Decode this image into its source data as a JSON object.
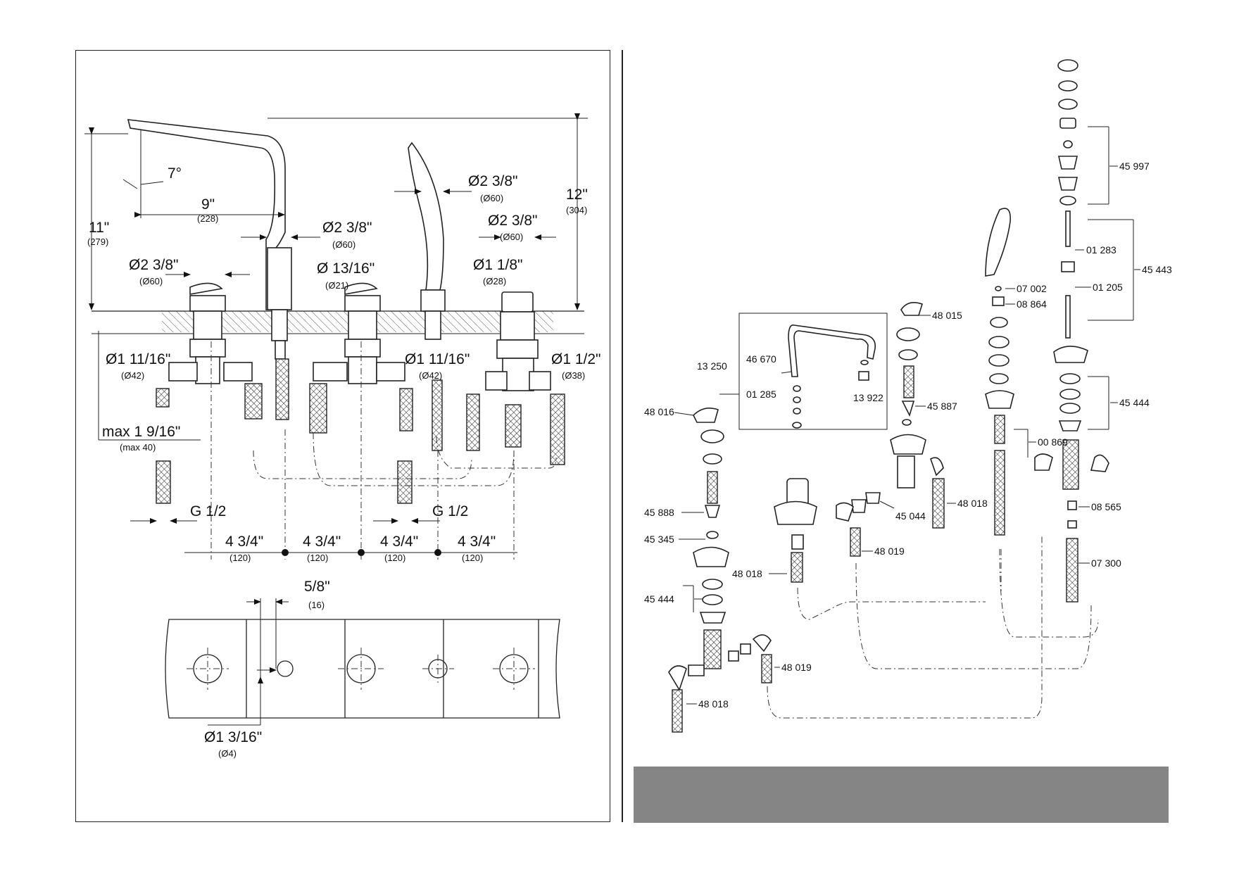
{
  "left_drawing": {
    "spout_dims": {
      "angle": "7°",
      "reach_in": "9\"",
      "reach_mm": "(228)",
      "height_in": "11\"",
      "height_mm": "(279)",
      "total_height_in": "12\"",
      "total_height_mm": "(304)"
    },
    "diameters": {
      "d1_in": "Ø2 3/8\"",
      "d1_mm": "(Ø60)",
      "d2_in": "Ø2 3/8\"",
      "d2_mm": "(Ø60)",
      "d3_in": "Ø2 3/8\"",
      "d3_mm": "(Ø60)",
      "d4_in": "Ø2 3/8\"",
      "d4_mm": "(Ø60)",
      "d5_in": "Ø 13/16\"",
      "d5_mm": "(Ø21)",
      "d6_in": "Ø1 1/8\"",
      "d6_mm": "(Ø28)",
      "d7_in": "Ø1 11/16\"",
      "d7_mm": "(Ø42)",
      "d8_in": "Ø1 11/16\"",
      "d8_mm": "(Ø42)",
      "d9_in": "Ø1 1/2\"",
      "d9_mm": "(Ø38)"
    },
    "deck_max_in": "max 1 9/16\"",
    "deck_max_mm": "(max 40)",
    "thread_left": "G 1/2",
    "thread_right": "G 1/2",
    "spacing": [
      {
        "in": "4 3/4\"",
        "mm": "(120)"
      },
      {
        "in": "4 3/4\"",
        "mm": "(120)"
      },
      {
        "in": "4 3/4\"",
        "mm": "(120)"
      },
      {
        "in": "4 3/4\"",
        "mm": "(120)"
      }
    ],
    "template": {
      "offset_in": "5/8\"",
      "offset_mm": "(16)",
      "hole_in": "Ø1 3/16\"",
      "hole_mm": "(Ø4)"
    }
  },
  "parts": {
    "p45997": "45 997",
    "p01283": "01 283",
    "p45443": "45 443",
    "p01205": "01 205",
    "p07002": "07 002",
    "p08864": "08 864",
    "p48015": "48 015",
    "p46670": "46 670",
    "p13250": "13 250",
    "p13922": "13 922",
    "p01285": "01 285",
    "p45887": "45 887",
    "p48016": "48 016",
    "p45444a": "45 444",
    "p00869": "00 869",
    "p48018a": "48 018",
    "p45044": "45 044",
    "p45888": "45 888",
    "p08565": "08 565",
    "p45345": "45 345",
    "p48019a": "48 019",
    "p07300": "07 300",
    "p48018b": "48 018",
    "p45444b": "45 444",
    "p48019b": "48 019",
    "p48018c": "48 018"
  }
}
